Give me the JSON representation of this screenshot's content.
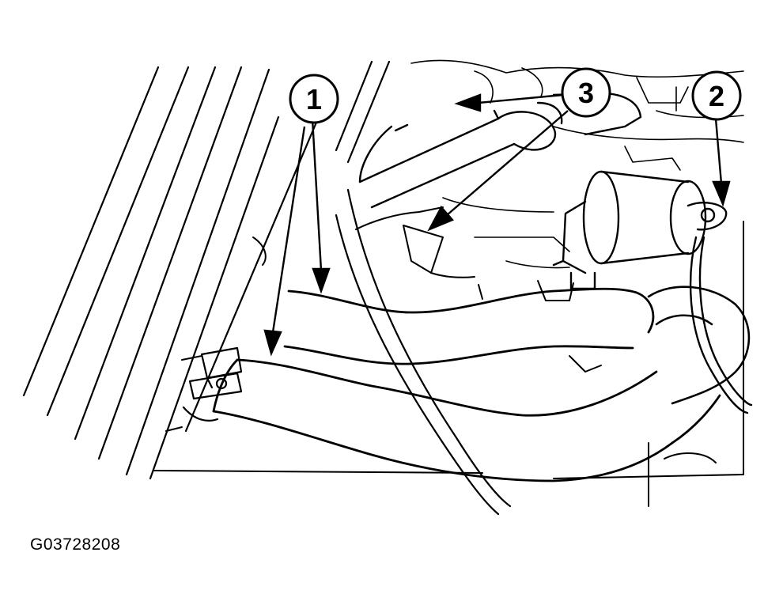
{
  "figure": {
    "id_label": "G03728208"
  },
  "callouts": [
    {
      "label": "1"
    },
    {
      "label": "2"
    },
    {
      "label": "3"
    }
  ],
  "colors": {
    "ink": "#000000",
    "paper": "#ffffff"
  }
}
